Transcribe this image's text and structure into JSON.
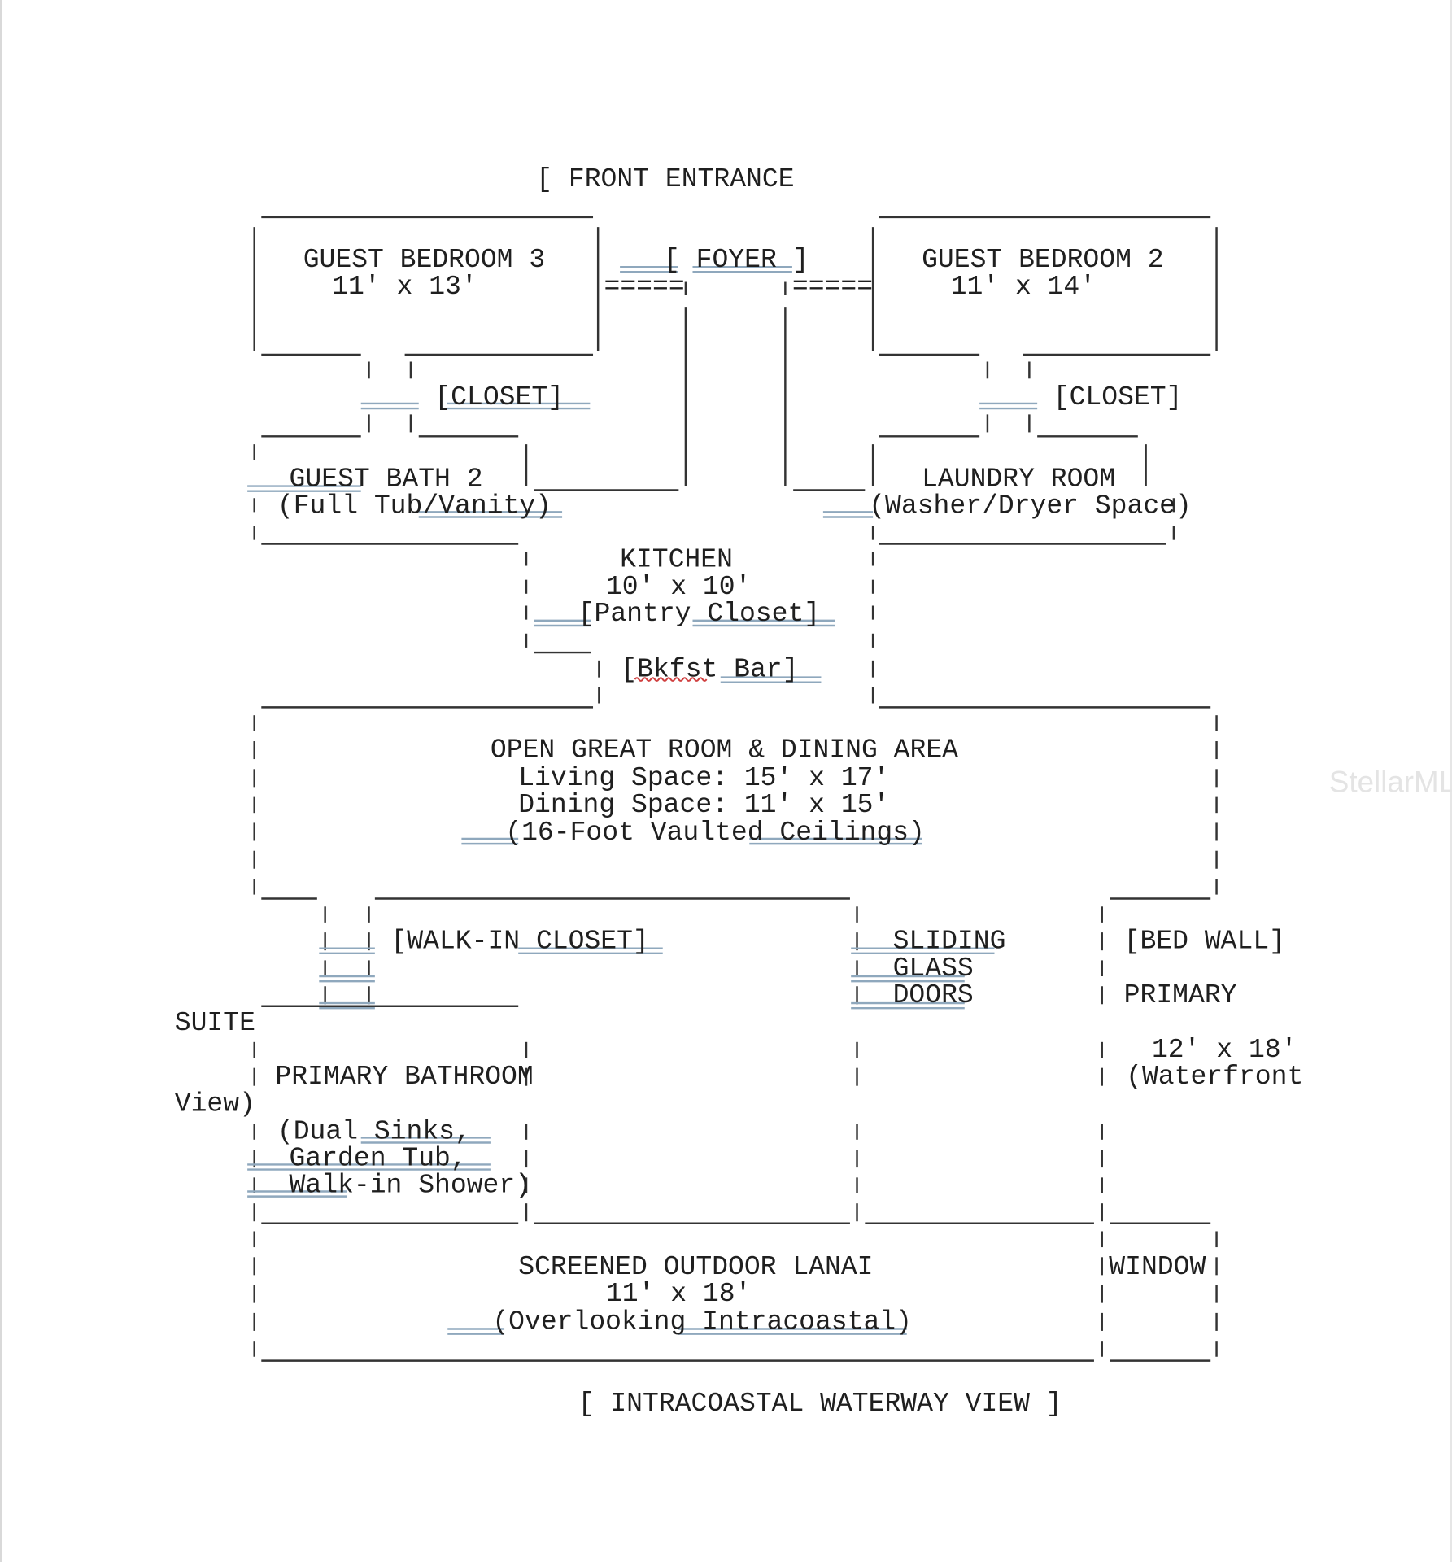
{
  "labels": {
    "front_entrance": "[ FRONT ENTRANCE",
    "guest_bedroom_3": "GUEST BEDROOM 3",
    "guest_bedroom_3_dims": "11' x 13'",
    "foyer": "[ FOYER ]",
    "guest_bedroom_2": "GUEST BEDROOM 2",
    "guest_bedroom_2_dims": "11' x 14'",
    "closet_left": "[CLOSET]",
    "closet_right": "[CLOSET]",
    "guest_bath_2": "GUEST BATH 2",
    "guest_bath_2_detail": "(Full Tub/Vanity)",
    "laundry_room": "LAUNDRY ROOM",
    "laundry_detail": "(Washer/Dryer Space)",
    "kitchen": "KITCHEN",
    "kitchen_dims": "10' x 10'",
    "pantry": "[Pantry Closet]",
    "bkfst_bar": "[Bkfst Bar]",
    "great_room": "OPEN GREAT ROOM & DINING AREA",
    "living_space": "Living Space: 15' x 17'",
    "dining_space": "Dining Space: 11' x 15'",
    "vaulted": "(16-Foot Vaulted Ceilings)",
    "walk_in_closet": "[WALK-IN CLOSET]",
    "sliding": "SLIDING",
    "glass": "GLASS",
    "doors": "DOORS",
    "bed_wall": "[BED WALL]",
    "primary": "PRIMARY",
    "suite": "SUITE",
    "primary_dims": "12' x 18'",
    "waterfront": "(Waterfront",
    "view": "View)",
    "primary_bathroom": "PRIMARY BATHROOM",
    "dual_sinks": "(Dual Sinks,",
    "garden_tub": "Garden Tub,",
    "walk_in_shower": "Walk-in Shower)",
    "lanai": "SCREENED OUTDOOR LANAI",
    "lanai_dims": "11' x 18'",
    "overlooking": "(Overlooking Intracoastal)",
    "window": "WINDOW",
    "waterway_view": "[ INTRACOASTAL WATERWAY VIEW ]",
    "hallway_marks": "=====",
    "watermark": "StellarMLS"
  },
  "colors": {
    "ink": "#1f1f1f",
    "wall": "#333333",
    "double_underline": "#8fa8bd",
    "spellcheck": "#d04040",
    "watermark": "#e4e4e4"
  }
}
